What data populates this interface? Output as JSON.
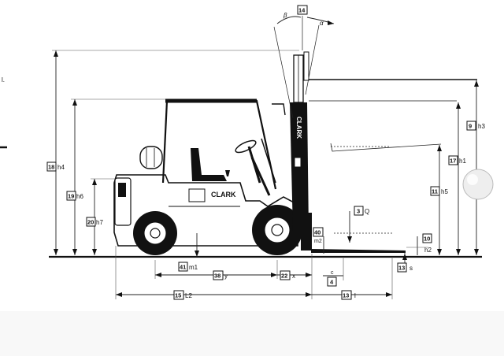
{
  "diagram": {
    "brand": "CLARK",
    "mast_brand": "CLARK",
    "stray_mark": "l.",
    "angles": {
      "alpha": "α",
      "beta": "β"
    },
    "dimensions": [
      {
        "num": "14",
        "label": ""
      },
      {
        "num": "9",
        "label": "h3"
      },
      {
        "num": "17",
        "label": "h1"
      },
      {
        "num": "11",
        "label": "h5"
      },
      {
        "num": "18",
        "label": "h4"
      },
      {
        "num": "19",
        "label": "h6"
      },
      {
        "num": "20",
        "label": "h7"
      },
      {
        "num": "3",
        "label": "Q"
      },
      {
        "num": "40",
        "label": "m2"
      },
      {
        "num": "10",
        "label": "h2"
      },
      {
        "num": "41",
        "label": "m1"
      },
      {
        "num": "38",
        "label": "y"
      },
      {
        "num": "22",
        "label": "x"
      },
      {
        "num": "4",
        "label": ""
      },
      {
        "num": "13",
        "label": "s"
      },
      {
        "num": "15",
        "label": "L2"
      },
      {
        "num": "13",
        "label": "l"
      }
    ],
    "c_label": "c"
  }
}
